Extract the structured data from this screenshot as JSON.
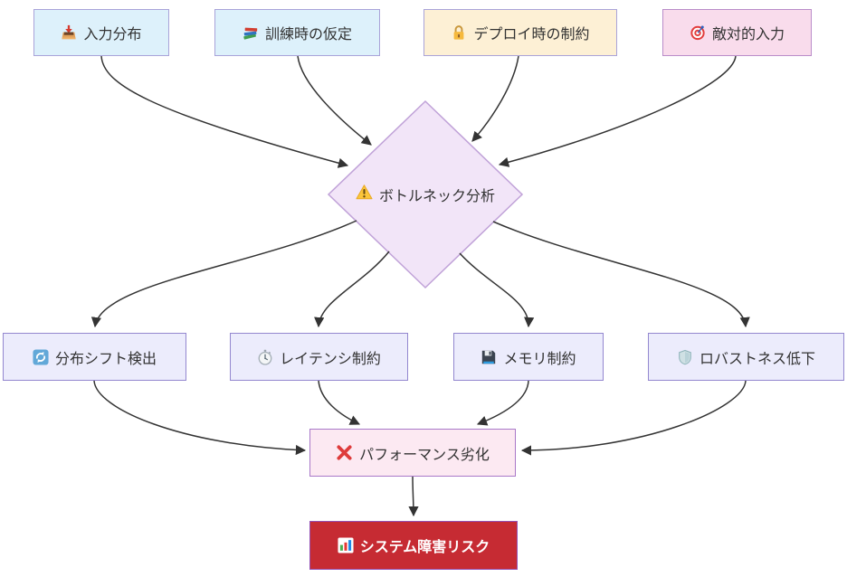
{
  "diagram": {
    "type": "flowchart",
    "direction": "top-down",
    "nodes": {
      "input_dist": {
        "label": "入力分布",
        "icon": "inbox-tray-icon",
        "shape": "rect",
        "fill": "#ddf1fb"
      },
      "training_assume": {
        "label": "訓練時の仮定",
        "icon": "books-icon",
        "shape": "rect",
        "fill": "#ddf1fb"
      },
      "deploy_constraint": {
        "label": "デプロイ時の制約",
        "icon": "lock-icon",
        "shape": "rect",
        "fill": "#fdf0d5"
      },
      "adversarial": {
        "label": "敵対的入力",
        "icon": "target-icon",
        "shape": "rect",
        "fill": "#f9dcec"
      },
      "bottleneck": {
        "label": "ボトルネック分析",
        "icon": "warning-icon",
        "shape": "diamond",
        "fill": "#f2e5f8"
      },
      "dist_shift": {
        "label": "分布シフト検出",
        "icon": "cycle-arrows-icon",
        "shape": "rect",
        "fill": "#ececfc"
      },
      "latency": {
        "label": "レイテンシ制約",
        "icon": "stopwatch-icon",
        "shape": "rect",
        "fill": "#ececfc"
      },
      "memory": {
        "label": "メモリ制約",
        "icon": "floppy-disk-icon",
        "shape": "rect",
        "fill": "#ececfc"
      },
      "robustness": {
        "label": "ロバストネス低下",
        "icon": "shield-icon",
        "shape": "rect",
        "fill": "#ececfc"
      },
      "perf_degrade": {
        "label": "パフォーマンス劣化",
        "icon": "cross-mark-icon",
        "shape": "rect",
        "fill": "#fce9f2"
      },
      "system_risk": {
        "label": "システム障害リスク",
        "icon": "bar-chart-icon",
        "shape": "rect",
        "fill": "#c62b33"
      }
    },
    "edges": [
      {
        "from": "input_dist",
        "to": "bottleneck"
      },
      {
        "from": "training_assume",
        "to": "bottleneck"
      },
      {
        "from": "deploy_constraint",
        "to": "bottleneck"
      },
      {
        "from": "adversarial",
        "to": "bottleneck"
      },
      {
        "from": "bottleneck",
        "to": "dist_shift"
      },
      {
        "from": "bottleneck",
        "to": "latency"
      },
      {
        "from": "bottleneck",
        "to": "memory"
      },
      {
        "from": "bottleneck",
        "to": "robustness"
      },
      {
        "from": "dist_shift",
        "to": "perf_degrade"
      },
      {
        "from": "latency",
        "to": "perf_degrade"
      },
      {
        "from": "memory",
        "to": "perf_degrade"
      },
      {
        "from": "robustness",
        "to": "perf_degrade"
      },
      {
        "from": "perf_degrade",
        "to": "system_risk"
      }
    ],
    "colors": {
      "edge": "#333333",
      "border_purple": "#9370db",
      "diamond_border": "#c0a2d8",
      "blue_fill": "#ddf1fb",
      "cream_fill": "#fdf0d5",
      "pink_fill": "#f9dcec",
      "lavender_fill": "#ececfc",
      "perf_fill": "#fce9f2",
      "risk_fill": "#c62b33",
      "text": "#333333",
      "risk_text": "#ffffff"
    }
  }
}
